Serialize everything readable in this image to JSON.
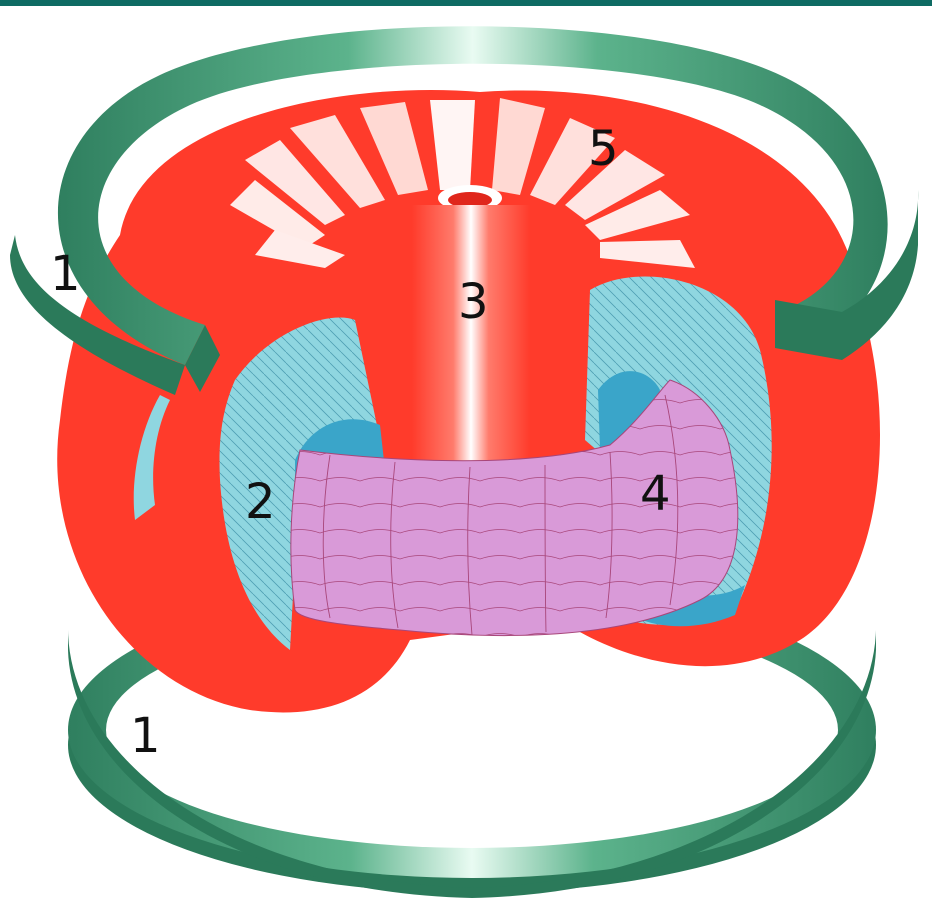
{
  "colors": {
    "top_bar": "#0e6b63",
    "poloidal_ring": "#3f9d78",
    "poloidal_ring_light": "#b6e7cf",
    "poloidal_ring_side": "#2b7a5a",
    "toroidal_coil": "#ff3b2b",
    "toroidal_coil_dark": "#e0261b",
    "vacuum_vessel": "#8fd6e0",
    "vacuum_vessel_inner": "#3aa5c9",
    "plasma": "#d99ad8",
    "plasma_grid": "#a8467a",
    "vessel_grid": "#4f9fb3"
  },
  "labels": {
    "ring_top": "1",
    "ring_bottom": "1",
    "vessel": "2",
    "central_solenoid": "3",
    "plasma": "4",
    "toroidal_coils": "5"
  }
}
